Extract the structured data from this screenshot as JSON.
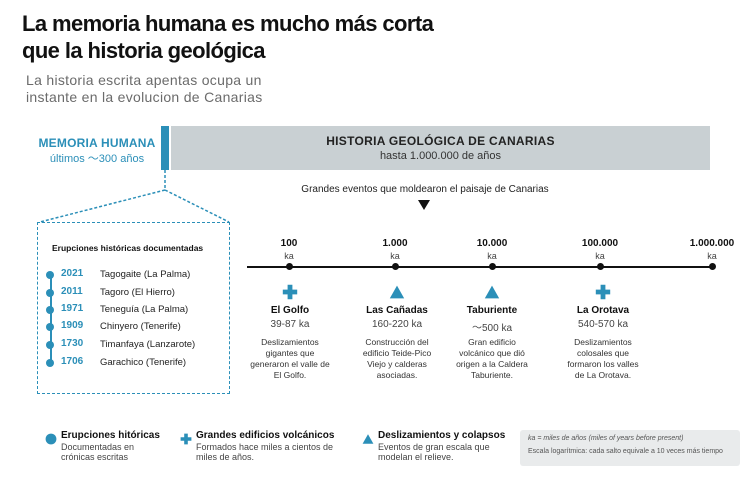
{
  "header": {
    "title": "La memoria  humana es mucho más corta que la historia geológica",
    "subtitle": "La historia escrita apentas ocupa un instante en la evolucion de Canarias"
  },
  "memory": {
    "title": "MEMORIA HUMANA",
    "subtitle": "últimos ～300 años"
  },
  "geology": {
    "title": "HISTORIA GEOLÓGICA DE CANARIAS",
    "subtitle": "hasta 1.000.000 de años"
  },
  "events_caption": "Grandes eventos que moldearon el paisaje de Canarias",
  "eruptions": {
    "heading": "Erupciones históricas documentadas",
    "items": [
      {
        "year": "2021",
        "place": "Tagogaite (La Palma)"
      },
      {
        "year": "2011",
        "place": "Tagoro (El Hierro)"
      },
      {
        "year": "1971",
        "place": "Teneguía  (La Palma)"
      },
      {
        "year": "1909",
        "place": "Chinyero (Tenerife)"
      },
      {
        "year": "1730",
        "place": "Timanfaya (Lanzarote)"
      },
      {
        "year": "1706",
        "place": "Garachico (Tenerife)"
      }
    ]
  },
  "axis": {
    "ticks": [
      {
        "value": "100",
        "unit": "ka"
      },
      {
        "value": "1.000",
        "unit": "ka"
      },
      {
        "value": "10.000",
        "unit": "ka"
      },
      {
        "value": "100.000",
        "unit": "ka"
      },
      {
        "value": "1.000.000",
        "unit": "ka"
      }
    ]
  },
  "events": [
    {
      "name": "El  Golfo",
      "range": "39-87 ka",
      "icon": "cross-icon",
      "desc": "Deslizamientos gigantes que generaron el valle de El Golfo."
    },
    {
      "name": "Las Cañadas",
      "range": "160-220 ka",
      "icon": "triangle-icon",
      "desc": "Construcción del edificio Teide-Pico Viejo y calderas asociadas."
    },
    {
      "name": "Taburiente",
      "range": "～500 ka",
      "icon": "triangle-icon",
      "desc": "Gran edificio volcánico que dió origen a la Caldera Taburiente."
    },
    {
      "name": "La Orotava",
      "range": "540-570 ka",
      "icon": "cross-icon",
      "desc": "Deslizamientos colosales que formaron los valles de La Orotava."
    }
  ],
  "legend": [
    {
      "icon": "circle-icon",
      "title": "Erupciones hitóricas",
      "desc": "Documentadas en crónicas escritas"
    },
    {
      "icon": "cross-icon",
      "title": "Grandes edificios volcánicos",
      "desc": "Formados hace miles a cientos de miles de años."
    },
    {
      "icon": "triangle-icon",
      "title": "Deslizamientos y colapsos",
      "desc": "Eventos de gran escala que modelan el relieve."
    }
  ],
  "note": {
    "line1": "ka = miles de años (miles of years before present)",
    "line2": "Escala logarítmica: cada salto equivale a 10 veces más tiempo"
  },
  "colors": {
    "accent": "#2b8fb8",
    "geo_band": "#c9d0d3"
  }
}
